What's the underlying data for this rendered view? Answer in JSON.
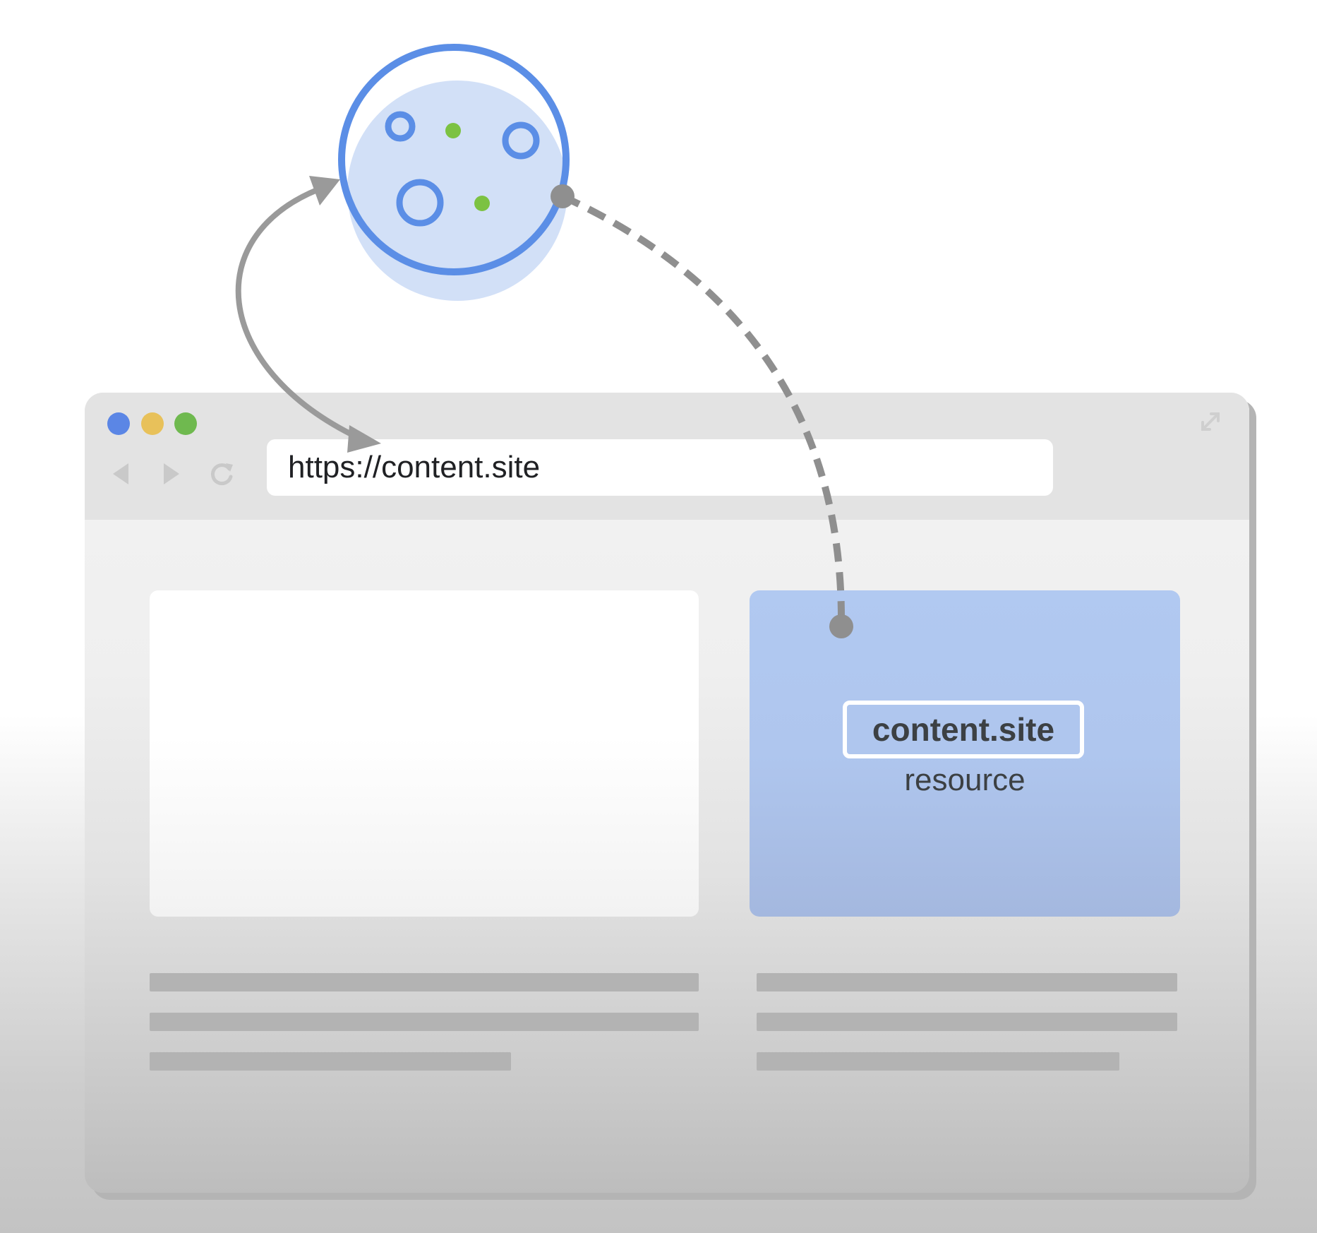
{
  "browser": {
    "url": "https://content.site",
    "traffic_lights": [
      {
        "name": "close",
        "color": "#5b86e5"
      },
      {
        "name": "minimize",
        "color": "#e8c15a"
      },
      {
        "name": "maximize",
        "color": "#6fb94f"
      }
    ],
    "nav_icons": [
      "back-arrow-icon",
      "forward-arrow-icon",
      "reload-icon"
    ],
    "corner_icon": "expand-icon"
  },
  "resource_card": {
    "label": "content.site",
    "sublabel": "resource"
  },
  "cookie": {
    "outline_color": "#5b8ee6",
    "fill_color": "#d2e0f7",
    "dot_color": "#7cc242"
  },
  "connectors": {
    "solid_arrow_color": "#9a9a9a",
    "dashed_line_color": "#8f8f8f"
  }
}
